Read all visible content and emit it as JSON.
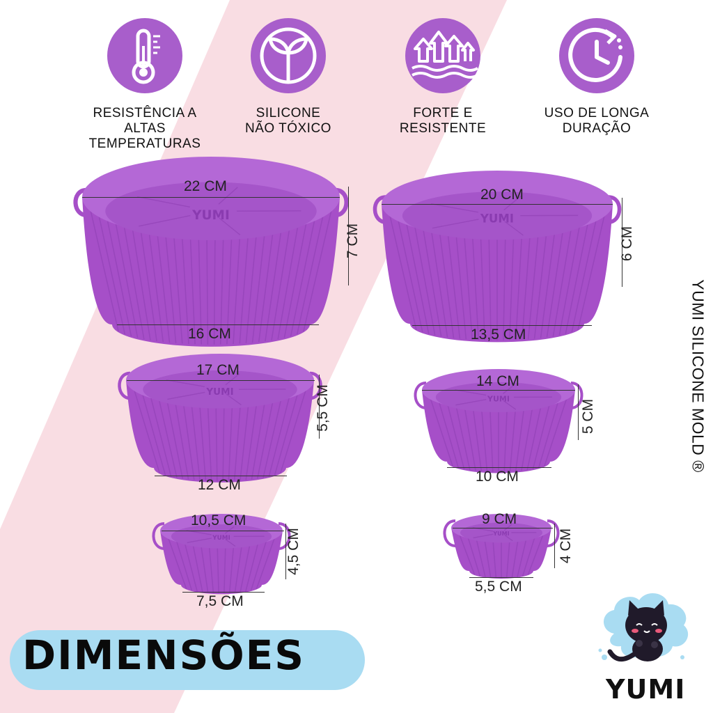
{
  "features": [
    {
      "icon": "thermometer-icon",
      "label": "RESISTÊNCIA A\nALTAS TEMPERATURAS"
    },
    {
      "icon": "leaf-sprout-icon",
      "label": "SILICONE\nNÃO TÓXICO"
    },
    {
      "icon": "arrows-up-waves-icon",
      "label": "FORTE E\nRESISTENTE"
    },
    {
      "icon": "clock-icon",
      "label": "USO DE LONGA\nDURAÇÃO"
    }
  ],
  "molds": [
    {
      "top_diameter": "22 CM",
      "bottom_diameter": "16 CM",
      "height": "7 CM",
      "embossed": "YUMI"
    },
    {
      "top_diameter": "20 CM",
      "bottom_diameter": "13,5 CM",
      "height": "6 CM",
      "embossed": "YUMI"
    },
    {
      "top_diameter": "17 CM",
      "bottom_diameter": "12 CM",
      "height": "5,5 CM",
      "embossed": "YUMI"
    },
    {
      "top_diameter": "14 CM",
      "bottom_diameter": "10 CM",
      "height": "5 CM",
      "embossed": "YUMI"
    },
    {
      "top_diameter": "10,5 CM",
      "bottom_diameter": "7,5 CM",
      "height": "4,5 CM",
      "embossed": "YUMI"
    },
    {
      "top_diameter": "9 CM",
      "bottom_diameter": "5,5 CM",
      "height": "4 CM",
      "embossed": "YUMI"
    }
  ],
  "brand_vertical": "YUMI SILICONE MOLD ®",
  "title": "DIMENSÕES",
  "logo": {
    "text": "YUMI",
    "mascot_icon": "black-cat-mascot-icon"
  },
  "colors": {
    "accent_purple": "#a85ecb",
    "mold_purple": "#a64fc8",
    "pink_stripe": "#f9dde3",
    "title_pill": "#a9dcf2"
  }
}
